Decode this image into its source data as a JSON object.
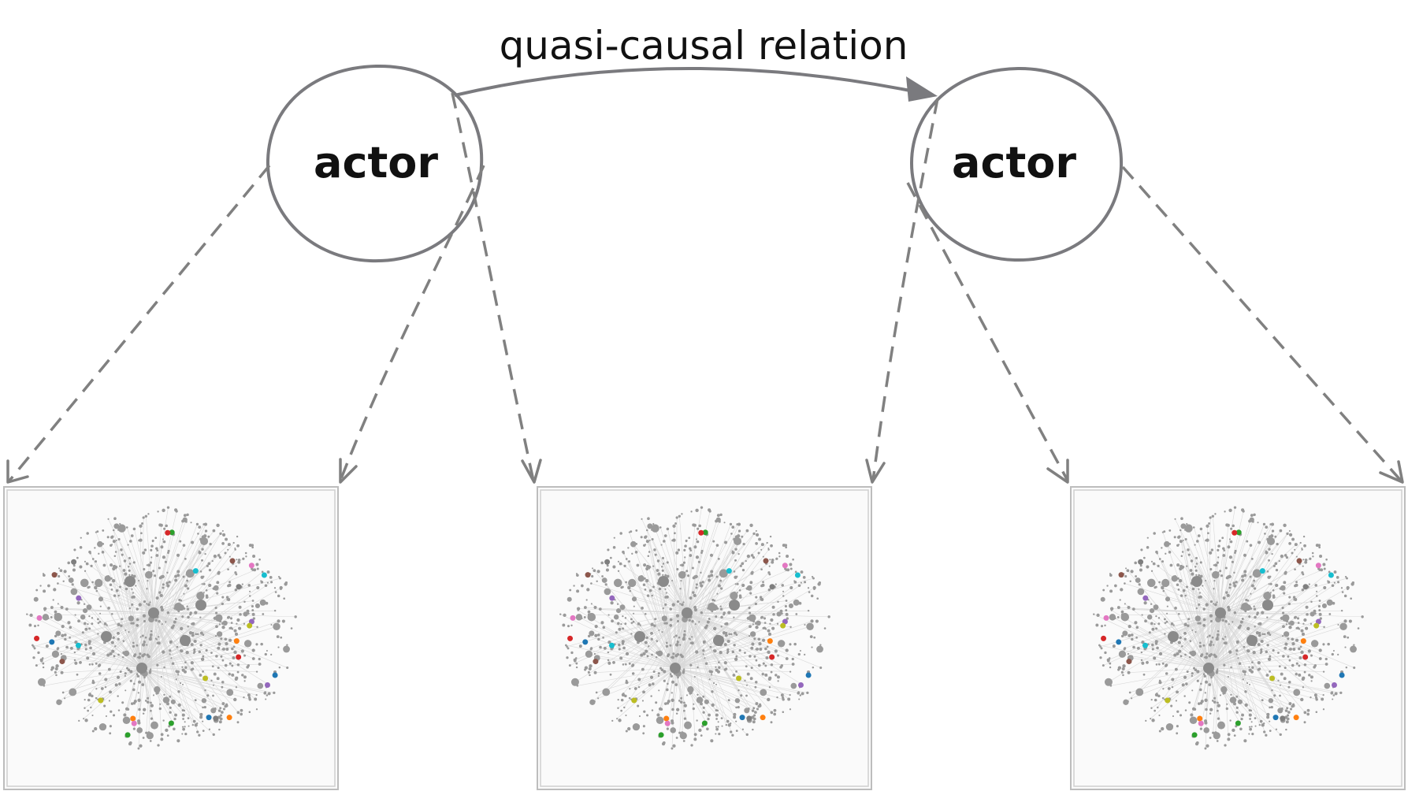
{
  "relation": {
    "label": "quasi-causal relation"
  },
  "actors": [
    {
      "id": "actor-left",
      "label": "actor"
    },
    {
      "id": "actor-right",
      "label": "actor"
    }
  ],
  "panels": [
    {
      "id": "network-panel-1",
      "content": "network graph visualization"
    },
    {
      "id": "network-panel-2",
      "content": "network graph visualization"
    },
    {
      "id": "network-panel-3",
      "content": "network graph visualization"
    }
  ],
  "colors": {
    "stroke": "#7a7a7e",
    "dashed": "#808080",
    "node_gray": "#9a9a9a",
    "highlight_nodes": [
      "#2ca02c",
      "#d62728",
      "#1f77b4",
      "#ff7f0e",
      "#9467bd",
      "#8c564b",
      "#e377c2",
      "#bcbd22",
      "#17becf",
      "#7f7f7f"
    ]
  }
}
